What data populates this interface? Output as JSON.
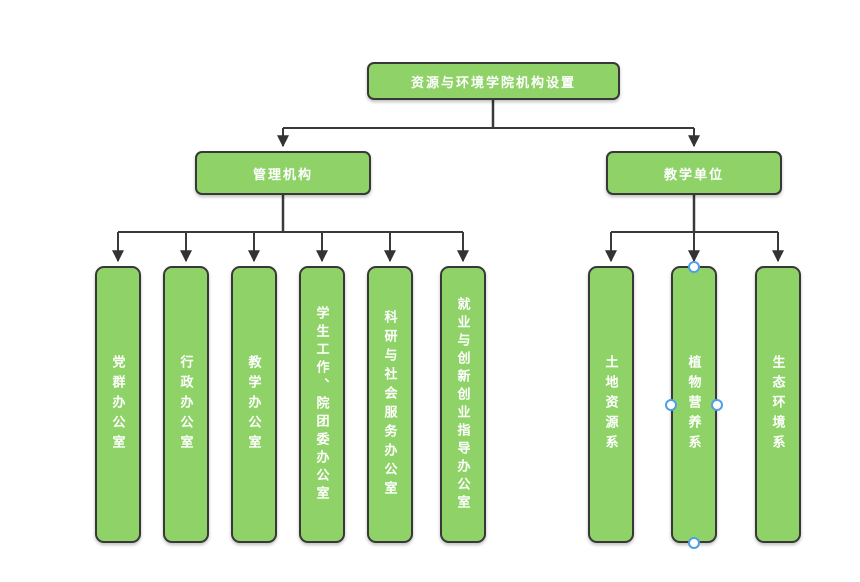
{
  "diagram": {
    "title": "资源与环境学院机构设置",
    "root": {
      "label": "资源与环境学院机构设置"
    },
    "branches": [
      {
        "label": "管理机构",
        "children": [
          "党群办公室",
          "行政办公室",
          "教学办公室",
          "学生工作、院团委办公室",
          "科研与社会服务办公室",
          "就业与创新创业指导办公室"
        ]
      },
      {
        "label": "教学单位",
        "children": [
          "土地资源系",
          "植物营养系",
          "生态环境系"
        ]
      }
    ],
    "selected_node": "植物营养系",
    "colors": {
      "node_fill": "#8FD368",
      "node_border": "#383838",
      "node_text": "#FFFFFF",
      "connector": "#3A3A3A",
      "selection_handle": "#4D9FE8",
      "background": "#FFFFFF"
    }
  }
}
